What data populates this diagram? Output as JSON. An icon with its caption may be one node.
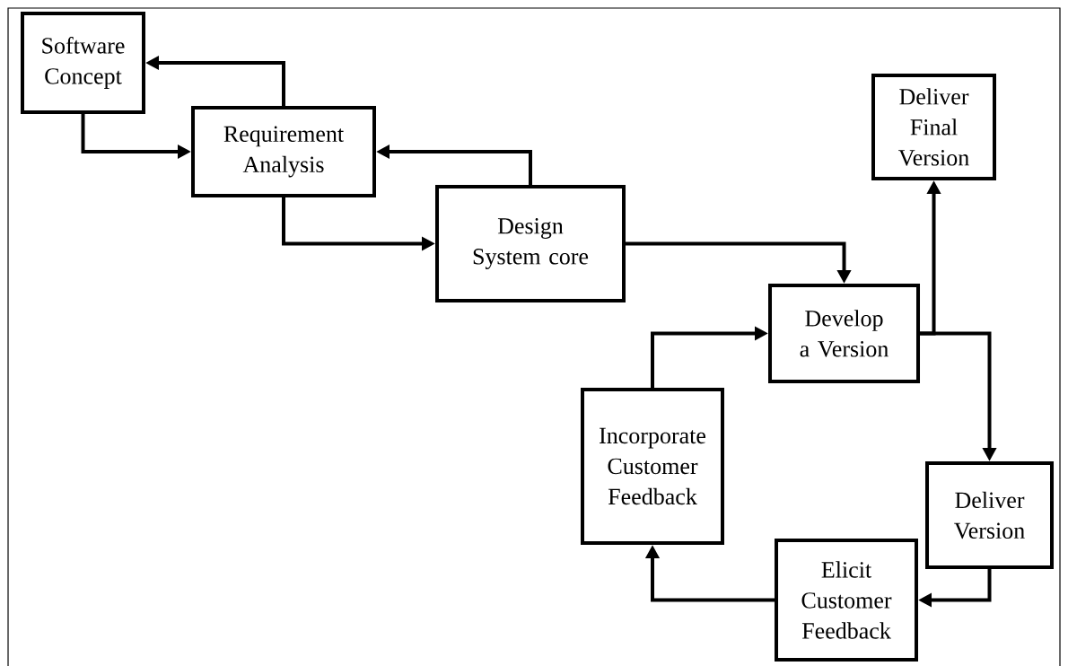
{
  "diagram": {
    "nodes": [
      {
        "text": [
          "Software Concept"
        ]
      },
      {
        "text": [
          "Requirement Analysis"
        ]
      },
      {
        "text": [
          "Design System core"
        ]
      },
      {
        "text": [
          "Deliver Final Version"
        ]
      },
      {
        "text": [
          "Develop a Version"
        ]
      },
      {
        "text": [
          "Incorporate Customer Feedback"
        ]
      },
      {
        "text": [
          "Deliver Version"
        ]
      },
      {
        "text": [
          "Elicit Customer Feedback"
        ]
      }
    ],
    "edges": [
      {
        "from": 0,
        "to": 1,
        "arrow": "to"
      },
      {
        "from": 1,
        "to": 0,
        "arrow": "to"
      },
      {
        "from": 1,
        "to": 2,
        "arrow": "to"
      },
      {
        "from": 2,
        "to": 1,
        "arrow": "to"
      },
      {
        "from": 2,
        "to": 4,
        "arrow": "to"
      },
      {
        "from": 4,
        "to": 3,
        "arrow": "to"
      },
      {
        "from": 4,
        "to": 6,
        "arrow": "to"
      },
      {
        "from": 6,
        "to": 7,
        "arrow": "to"
      },
      {
        "from": 7,
        "to": 5,
        "arrow": "to"
      },
      {
        "from": 5,
        "to": 4,
        "arrow": "to"
      }
    ]
  }
}
